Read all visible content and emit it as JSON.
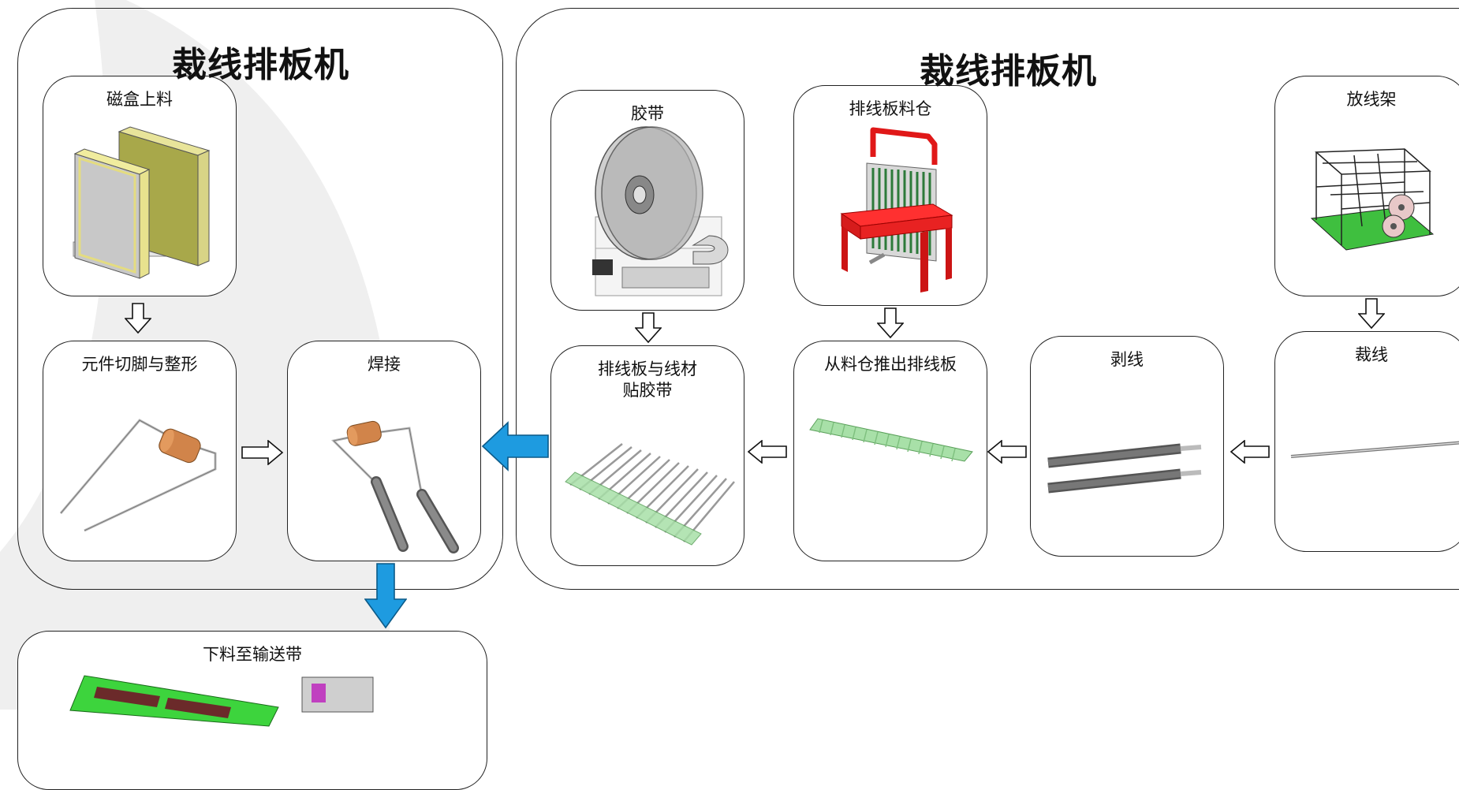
{
  "groups": {
    "left": {
      "title": "裁线排板机"
    },
    "right": {
      "title": "裁线排板机"
    }
  },
  "cards": {
    "magazine_feed": {
      "title": "磁盒上料"
    },
    "lead_cut_form": {
      "title": "元件切脚与整形"
    },
    "welding": {
      "title": "焊接"
    },
    "tape": {
      "title": "胶带"
    },
    "board_bin": {
      "title": "排线板料仓"
    },
    "wire_rack": {
      "title": "放线架"
    },
    "board_wire_taping": {
      "title": "排线板与线材\n贴胶带"
    },
    "push_board": {
      "title": "从料仓推出排线板"
    },
    "strip_wire": {
      "title": "剥线"
    },
    "cut_wire": {
      "title": "裁线"
    },
    "unload_conveyor": {
      "title": "下料至输送带"
    }
  },
  "colors": {
    "accent_arrow": "#1e9be0",
    "arrow_outline": "#111111",
    "background_swoosh": "#efefef",
    "border": "#222222"
  },
  "icons": {
    "magazine_feed": "magnetic-box-icon",
    "lead_cut_form": "bent-resistor-icon",
    "welding": "welded-resistor-icon",
    "tape": "tape-reel-icon",
    "board_bin": "red-board-bin-icon",
    "wire_rack": "wire-pay-off-rack-icon",
    "board_wire_taping": "taped-wire-board-icon",
    "push_board": "green-wire-board-icon",
    "strip_wire": "stripped-wires-icon",
    "cut_wire": "cut-wire-icon",
    "unload_conveyor": "conveyor-icon"
  }
}
